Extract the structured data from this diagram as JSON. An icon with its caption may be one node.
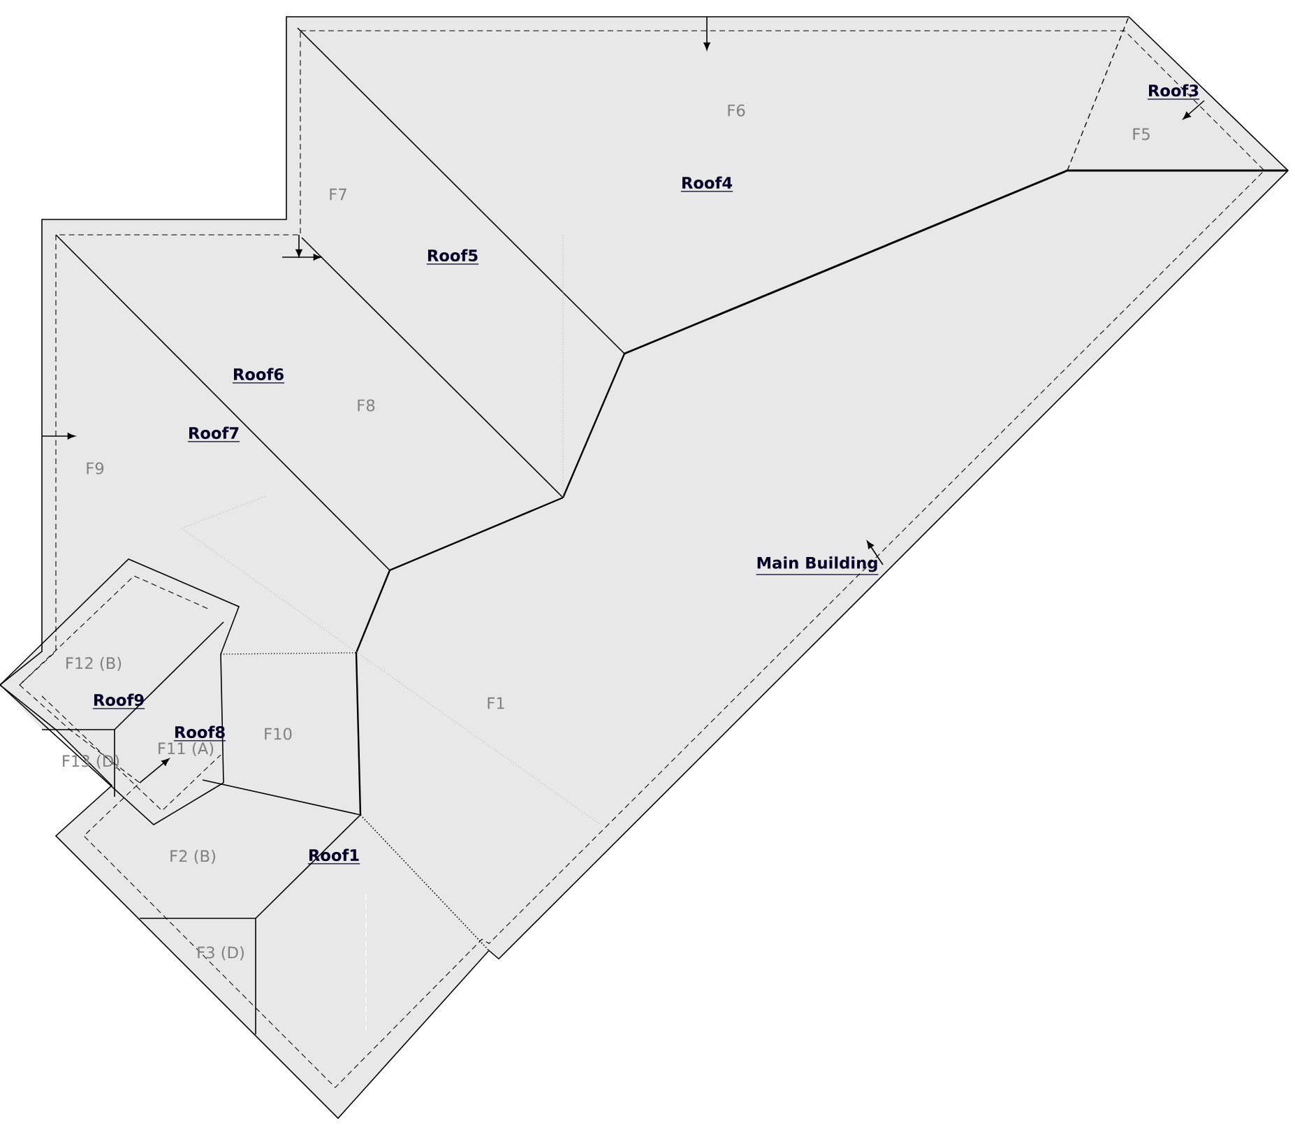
{
  "diagram": {
    "labels": [
      "Roof3",
      "F6",
      "F5",
      "Roof4",
      "F7",
      "Roof5",
      "Roof6",
      "F8",
      "Roof7",
      "F9",
      "Main Building",
      "F12 (B)",
      "Roof9",
      "F1",
      "Roof8",
      "F10",
      "F11 (A)",
      "F13 (D)",
      "F2 (B)",
      "Roof1",
      "F3 (D)"
    ]
  }
}
